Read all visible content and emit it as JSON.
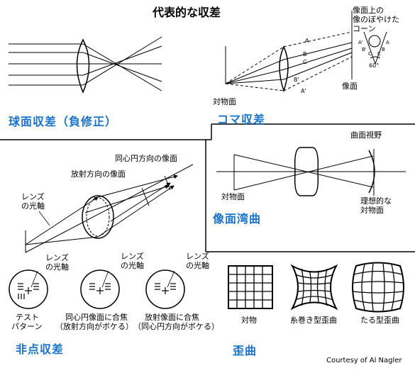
{
  "title": "代表的な収差",
  "spherical": {
    "name": "球面収差（負修正）"
  },
  "coma": {
    "name": "コマ収差",
    "object_label": "対物面",
    "image_label": "像面",
    "blur_cone_label": [
      "像面上の",
      "像のぼやけた",
      "コーン"
    ],
    "ray_labels": [
      "A",
      "B",
      "C",
      "B'",
      "A'"
    ],
    "cone_labels": [
      "A'",
      "B'",
      "C",
      "C",
      "B",
      "A"
    ],
    "angle_label": "60°"
  },
  "curvature": {
    "name": "像面湾曲",
    "curved_field_label": "曲面視野",
    "object_label": "対物面",
    "ideal_label": [
      "理想的な",
      "対物面"
    ]
  },
  "astigmatism": {
    "name": "非点収差",
    "sagittal_label": "同心円方向の像面",
    "radial_label": "放射方向の像面",
    "lens_axis_label": [
      "レンズ",
      "の光軸"
    ],
    "targets": [
      {
        "axis_label": [
          "レンズ",
          "の光軸"
        ],
        "caption": [
          "テスト",
          "パターン"
        ]
      },
      {
        "axis_label": [
          "レンズ",
          "の光軸"
        ],
        "caption": [
          "同心円像面に合焦",
          "（放射方向がボケる）"
        ]
      },
      {
        "axis_label": [
          "レンズ",
          "の光軸"
        ],
        "caption": [
          "放射像面に合焦",
          "（同心円方向がボケる）"
        ]
      }
    ]
  },
  "distortion": {
    "name": "歪曲",
    "grids": [
      {
        "label": "対物"
      },
      {
        "label": "糸巻き型歪曲"
      },
      {
        "label": "たる型歪曲"
      }
    ]
  },
  "credit": "Courtesy of Al Nagler"
}
